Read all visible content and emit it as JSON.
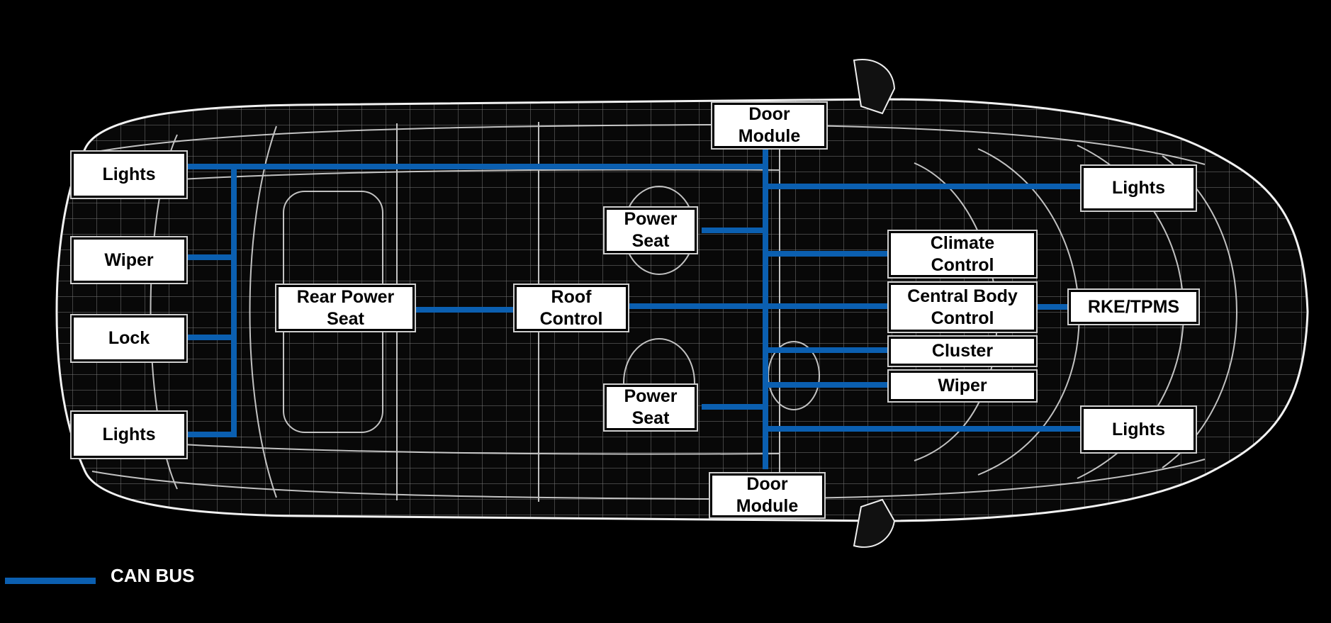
{
  "colors": {
    "background": "#000000",
    "can_bus": "#0b5fb0",
    "node_fill": "#ffffff",
    "node_text": "#000000",
    "car_wireframe": "#e8e8e8"
  },
  "nodes": {
    "rear_lights_top": "Lights",
    "rear_wiper": "Wiper",
    "rear_lock": "Lock",
    "rear_lights_bottom": "Lights",
    "rear_power_seat": "Rear Power\nSeat",
    "roof_control": "Roof\nControl",
    "power_seat_top": "Power\nSeat",
    "power_seat_bottom": "Power\nSeat",
    "door_module_top": "Door\nModule",
    "door_module_bottom": "Door\nModule",
    "climate_control": "Climate\nControl",
    "central_body_control": "Central Body\nControl",
    "cluster": "Cluster",
    "front_wiper": "Wiper",
    "front_lights_top": "Lights",
    "front_lights_bottom": "Lights",
    "rke_tpms": "RKE/TPMS"
  },
  "legend": {
    "label": "CAN BUS",
    "icon": "can-bus-line"
  }
}
